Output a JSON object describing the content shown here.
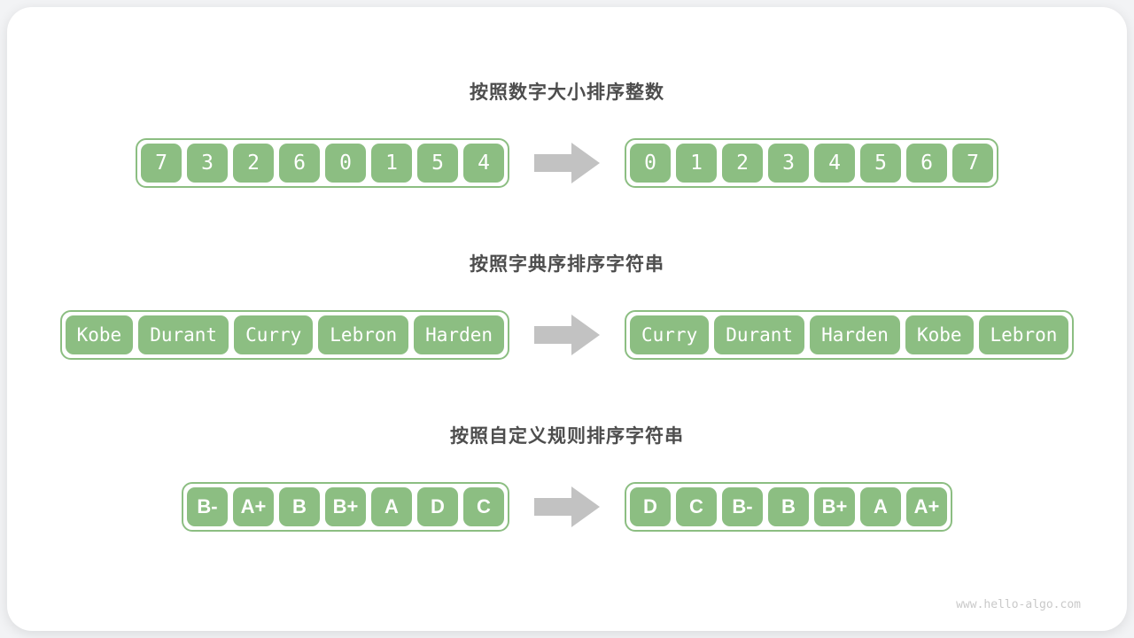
{
  "page": {
    "watermark": "www.hello-algo.com"
  },
  "colors": {
    "green": "#8CBE82",
    "arrow": "#C2C2C2",
    "title_text": "#4D4D4D",
    "cell_text": "#FFFFFF"
  },
  "rows": [
    {
      "title": "按照数字大小排序整数",
      "style": "mono-num",
      "before": [
        "7",
        "3",
        "2",
        "6",
        "0",
        "1",
        "5",
        "4"
      ],
      "after": [
        "0",
        "1",
        "2",
        "3",
        "4",
        "5",
        "6",
        "7"
      ]
    },
    {
      "title": "按照字典序排序字符串",
      "style": "mono-name",
      "before": [
        "Kobe",
        "Durant",
        "Curry",
        "Lebron",
        "Harden"
      ],
      "after": [
        "Curry",
        "Durant",
        "Harden",
        "Kobe",
        "Lebron"
      ]
    },
    {
      "title": "按照自定义规则排序字符串",
      "style": "sans-grade",
      "before": [
        "B-",
        "A+",
        "B",
        "B+",
        "A",
        "D",
        "C"
      ],
      "after": [
        "D",
        "C",
        "B-",
        "B",
        "B+",
        "A",
        "A+"
      ]
    }
  ]
}
